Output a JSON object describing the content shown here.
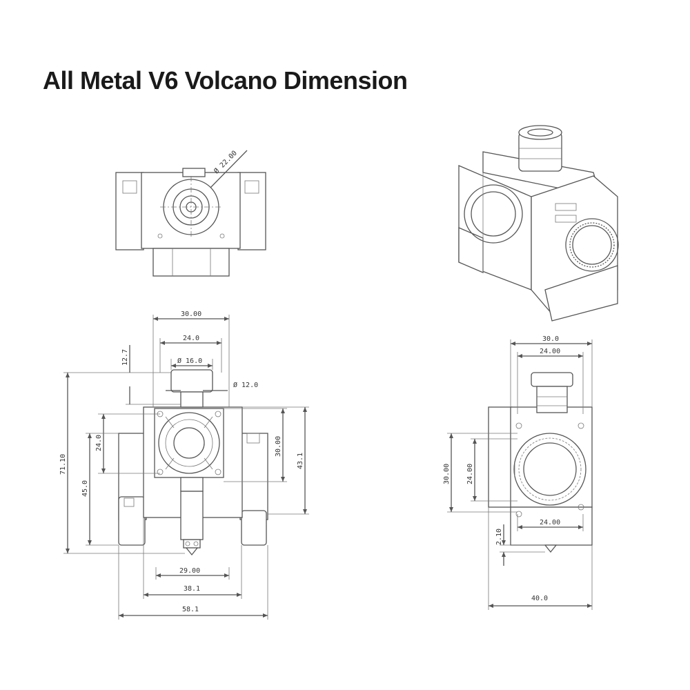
{
  "title": "All Metal V6 Volcano Dimension",
  "top_view": {
    "dia_label": "Ø 22.00"
  },
  "front_view": {
    "width_30": "30.00",
    "width_24": "24.0",
    "height_12_7": "12.7",
    "dia_16": "Ø 16.0",
    "dia_12": "Ø 12.0",
    "height_71_10": "71.10",
    "height_24": "24.0",
    "height_45": "45.0",
    "height_30": "30.00",
    "height_43_1": "43.1",
    "width_29": "29.00",
    "width_38_1": "38.1",
    "width_58_1": "58.1"
  },
  "side_view": {
    "width_30": "30.0",
    "width_24_top": "24.00",
    "height_30": "30.00",
    "height_24": "24.00",
    "width_24_bottom": "24.00",
    "height_2_10": "2.10",
    "width_40": "40.0"
  }
}
